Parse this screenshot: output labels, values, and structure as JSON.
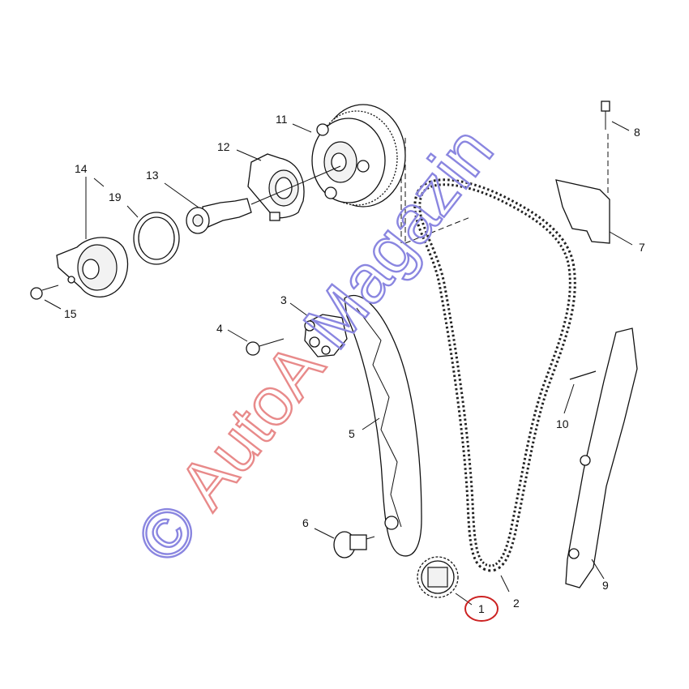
{
  "callouts": [
    {
      "id": "1",
      "text": "1"
    },
    {
      "id": "2",
      "text": "2"
    },
    {
      "id": "3",
      "text": "3"
    },
    {
      "id": "4",
      "text": "4"
    },
    {
      "id": "5",
      "text": "5"
    },
    {
      "id": "6",
      "text": "6"
    },
    {
      "id": "7",
      "text": "7"
    },
    {
      "id": "8",
      "text": "8"
    },
    {
      "id": "9",
      "text": "9"
    },
    {
      "id": "10",
      "text": "10"
    },
    {
      "id": "11",
      "text": "11"
    },
    {
      "id": "12",
      "text": "12"
    },
    {
      "id": "13",
      "text": "13"
    },
    {
      "id": "14",
      "text": "14"
    },
    {
      "id": "15",
      "text": "15"
    },
    {
      "id": "19",
      "text": "19"
    }
  ],
  "highlighted_callout": "1",
  "watermark": {
    "copyright_symbol": "©",
    "part_a": "AutoA",
    "part_b": "Magazin",
    "color_a": "#e88a8a",
    "color_b": "#8a86e0"
  },
  "colors": {
    "line": "#111111",
    "highlight_ring": "#cc2222"
  }
}
